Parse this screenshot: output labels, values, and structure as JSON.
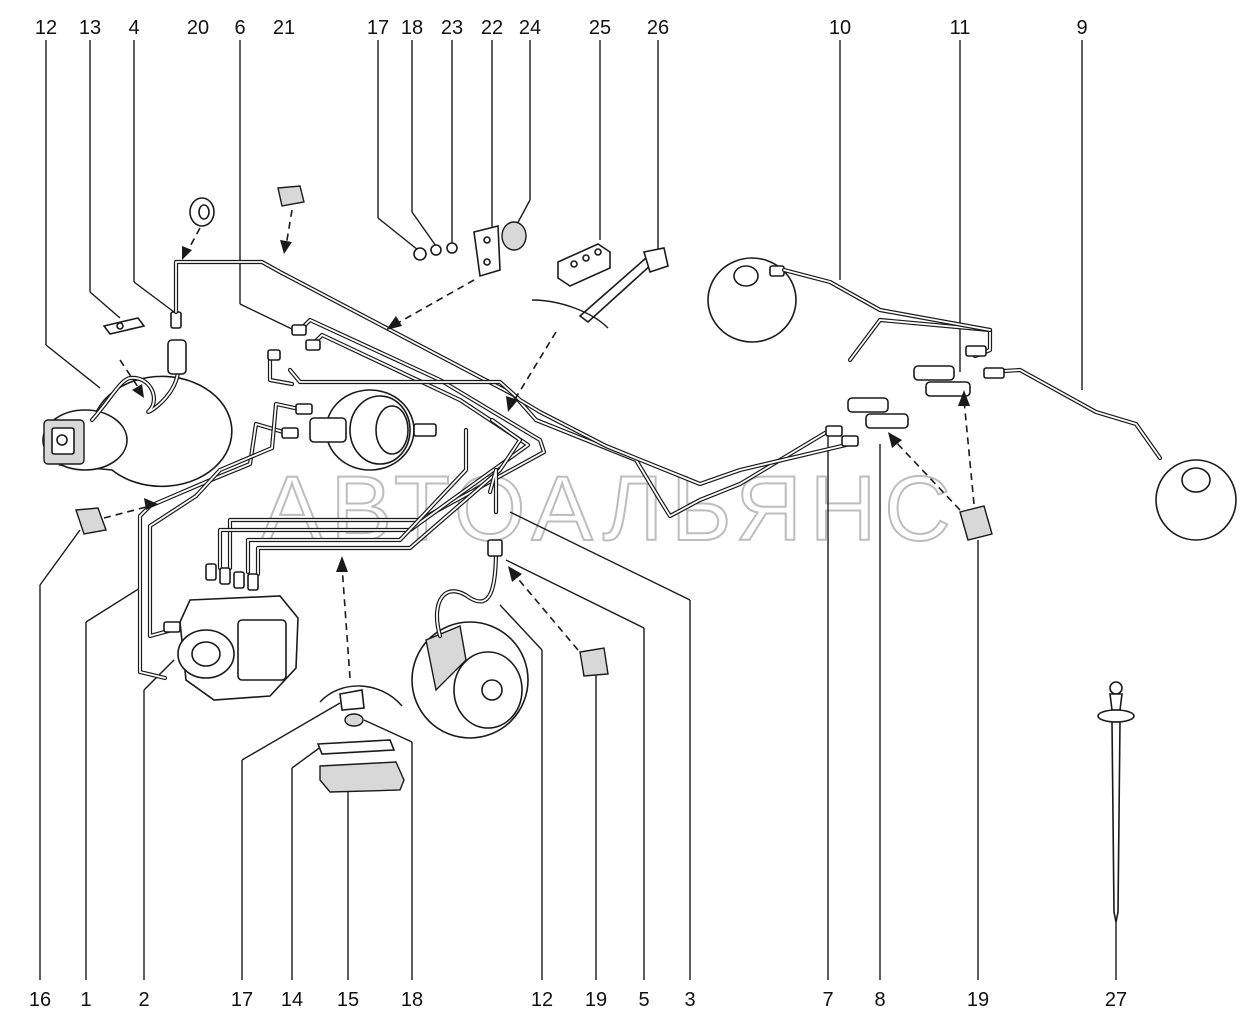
{
  "watermark": "АВТОАЛЬЯНС",
  "labels_top": [
    "12",
    "13",
    "4",
    "20",
    "6",
    "21",
    "17",
    "18",
    "23",
    "22",
    "24",
    "25",
    "26",
    "10",
    "11",
    "9"
  ],
  "labels_bottom": [
    "16",
    "1",
    "2",
    "17",
    "14",
    "15",
    "18",
    "12",
    "19",
    "5",
    "3",
    "7",
    "8",
    "19",
    "27"
  ]
}
